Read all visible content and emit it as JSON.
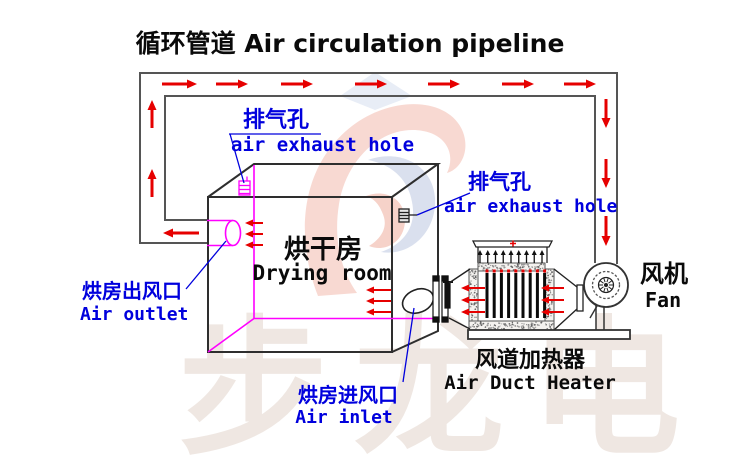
{
  "title": "循环管道 Air circulation pipeline",
  "drying_room": {
    "cn": "烘干房",
    "en": "Drying room"
  },
  "labels": {
    "exhaust_hole_top": {
      "cn": "排气孔",
      "en": "air exhaust hole"
    },
    "exhaust_hole_right": {
      "cn": "排气孔",
      "en": "air exhaust hole"
    },
    "air_outlet": {
      "cn": "烘房出风口",
      "en": "Air outlet"
    },
    "air_inlet": {
      "cn": "烘房进风口",
      "en": "Air inlet"
    },
    "air_duct_heater": {
      "cn": "风道加热器",
      "en": "Air Duct Heater"
    },
    "fan": {
      "cn": "风机",
      "en": "Fan"
    }
  },
  "watermark": {
    "text": "步龙电"
  },
  "colors": {
    "callout_blue": "#0000dd",
    "arrow_red": "#e60000",
    "hidden_edge_magenta": "#ff00ff",
    "outline_dark": "#2e2e2e",
    "pipeline_gray": "#555555"
  }
}
